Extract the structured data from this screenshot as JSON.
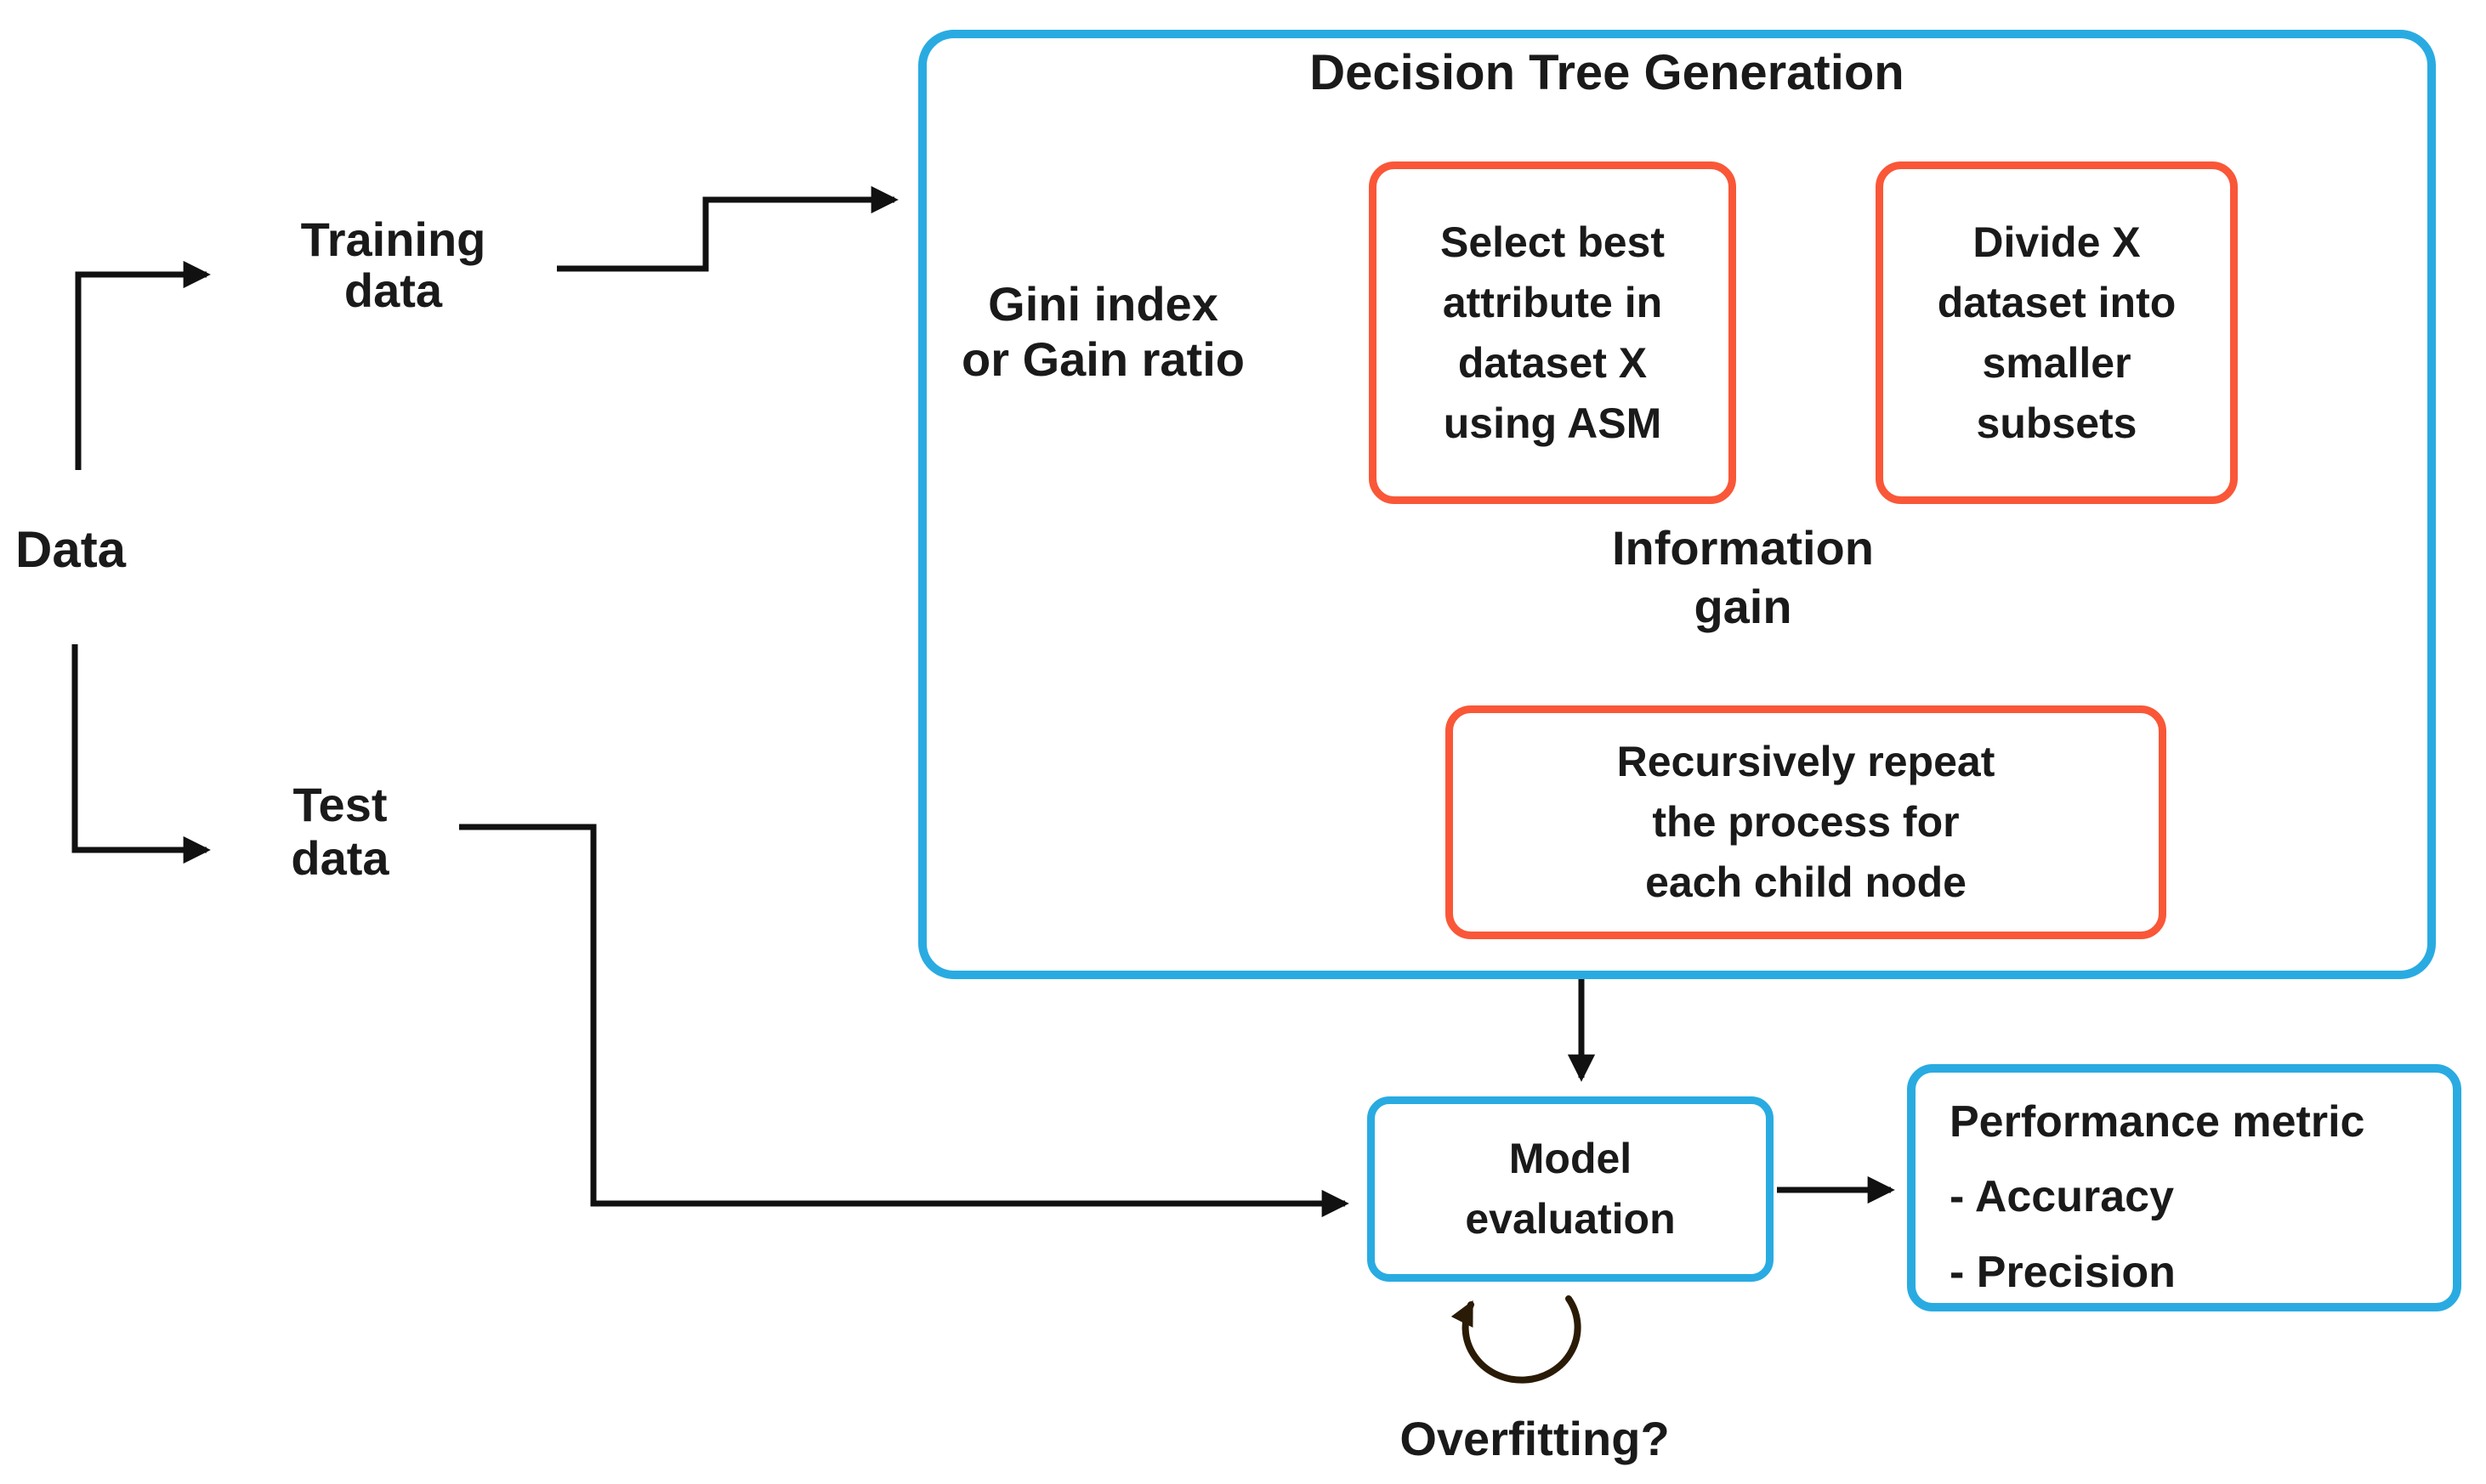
{
  "colors": {
    "cyan": "#29ABE2",
    "orange": "#F95738",
    "arrow": "#111111",
    "loop": "#2A1B06",
    "text": "#1A1A1A",
    "background": "#FFFFFF"
  },
  "container": {
    "title": "Decision Tree Generation"
  },
  "labels": {
    "data": "Data",
    "training": "Training\ndata",
    "test": "Test\ndata",
    "gini": "Gini index\nor Gain ratio",
    "information": "Information\ngain",
    "overfitting": "Overfitting?"
  },
  "nodes": {
    "select": "Select best\nattribute in\ndataset X\nusing ASM",
    "divide": "Divide X\ndataset into\nsmaller\nsubsets",
    "recursive": "Recursively repeat\nthe process for\neach child node",
    "model": "Model\nevaluation",
    "performance": "Performance metric\n- Accuracy\n- Precision"
  }
}
